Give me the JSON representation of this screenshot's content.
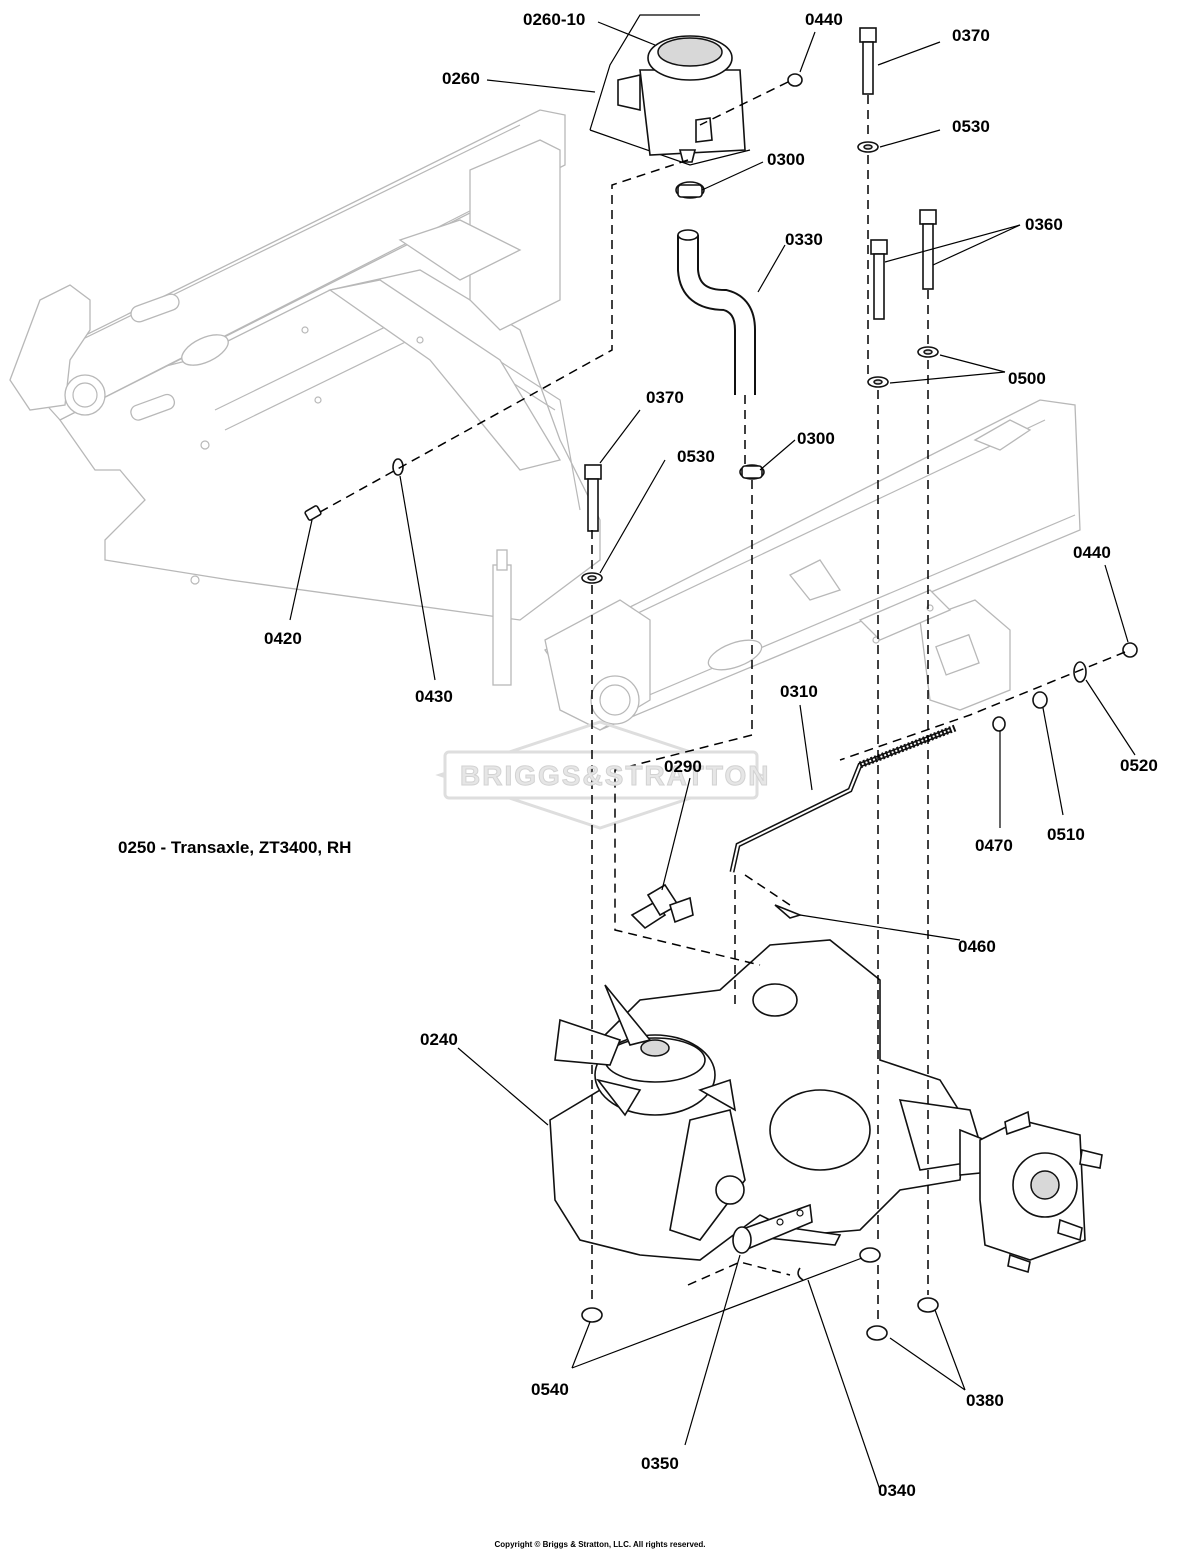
{
  "diagram": {
    "callouts": [
      {
        "id": "c-0260-10",
        "text": "0260-10"
      },
      {
        "id": "c-0440-top",
        "text": "0440"
      },
      {
        "id": "c-0370-top",
        "text": "0370"
      },
      {
        "id": "c-0260",
        "text": "0260"
      },
      {
        "id": "c-0530-top",
        "text": "0530"
      },
      {
        "id": "c-0300-top",
        "text": "0300"
      },
      {
        "id": "c-0330",
        "text": "0330"
      },
      {
        "id": "c-0360",
        "text": "0360"
      },
      {
        "id": "c-0500",
        "text": "0500"
      },
      {
        "id": "c-0370-mid",
        "text": "0370"
      },
      {
        "id": "c-0300-mid",
        "text": "0300"
      },
      {
        "id": "c-0530-mid",
        "text": "0530"
      },
      {
        "id": "c-0440-right",
        "text": "0440"
      },
      {
        "id": "c-0420",
        "text": "0420"
      },
      {
        "id": "c-0430",
        "text": "0430"
      },
      {
        "id": "c-0310",
        "text": "0310"
      },
      {
        "id": "c-0520",
        "text": "0520"
      },
      {
        "id": "c-0290",
        "text": "0290"
      },
      {
        "id": "c-0510",
        "text": "0510"
      },
      {
        "id": "c-0470",
        "text": "0470"
      },
      {
        "id": "c-0460",
        "text": "0460"
      },
      {
        "id": "c-0240",
        "text": "0240"
      },
      {
        "id": "c-0540",
        "text": "0540"
      },
      {
        "id": "c-0380",
        "text": "0380"
      },
      {
        "id": "c-0350",
        "text": "0350"
      },
      {
        "id": "c-0340",
        "text": "0340"
      }
    ],
    "caption": "0250 - Transaxle, ZT3400, RH",
    "watermark": "BRIGGS&STRATTON",
    "copyright": "Copyright © Briggs & Stratton, LLC. All rights reserved."
  },
  "colors": {
    "ink": "#000000",
    "frame": "#b8b8b8",
    "watermark": "#e6e6e6"
  }
}
